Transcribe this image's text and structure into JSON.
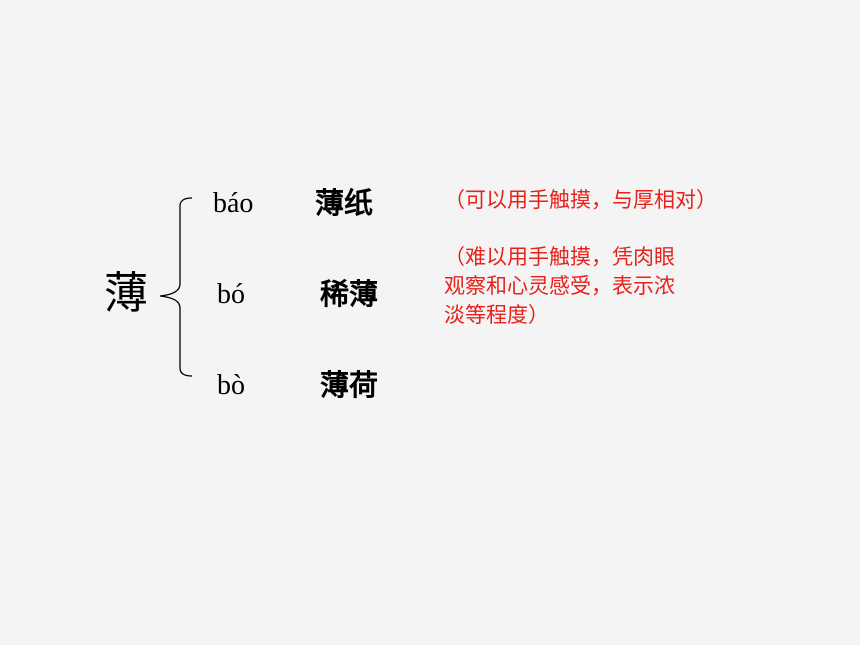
{
  "main_character": "薄",
  "readings": [
    {
      "pinyin": "báo",
      "word": "薄纸",
      "note_lines": [
        "（可以用手触摸，与厚相对）"
      ]
    },
    {
      "pinyin": "bó",
      "word": "稀薄",
      "note_lines": [
        "（难以用手触摸，凭肉眼",
        "观察和心灵感受，表示浓",
        "淡等程度）"
      ]
    },
    {
      "pinyin": "bò",
      "word": "薄荷",
      "note_lines": []
    }
  ],
  "colors": {
    "background": "#f4f4f4",
    "text": "#000000",
    "note": "#e8221b"
  }
}
